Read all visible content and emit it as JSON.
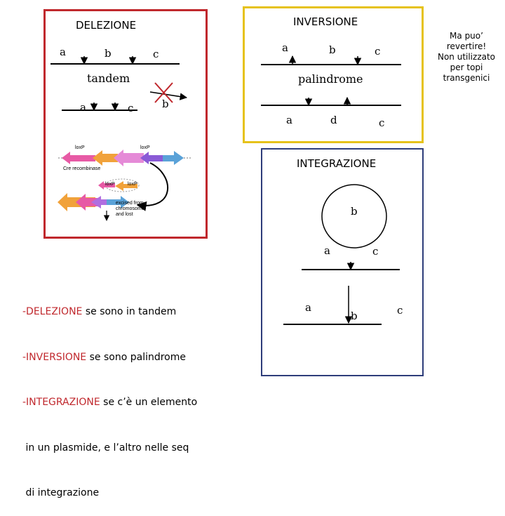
{
  "deletion": {
    "title": "DELEZIONE",
    "row1": {
      "a": "a",
      "b": "b",
      "c": "c"
    },
    "tandem": "tandem",
    "row2": {
      "a": "a",
      "c": "c",
      "b": "b"
    },
    "figure": {
      "loxp1": "loxP",
      "loxp2": "loxP",
      "cre": "Cre recombinase",
      "loxp3": "loxP",
      "loxp4": "loxP",
      "excised": "excised from chromosome and lost"
    }
  },
  "inversion": {
    "title": "INVERSIONE",
    "row1": {
      "a": "a",
      "b": "b",
      "c": "c"
    },
    "palindrome": "palindrome",
    "row2": {
      "a": "a",
      "d": "d",
      "c": "c"
    }
  },
  "integration": {
    "title": "INTEGRAZIONE",
    "circle_b": "b",
    "row1": {
      "a": "a",
      "c": "c"
    },
    "row2": {
      "a": "a",
      "b": "b",
      "c": "c"
    }
  },
  "side_note": {
    "line1": "Ma puo’",
    "line2": "revertire!",
    "line3": "Non utilizzato",
    "line4": "per topi",
    "line5": "transgenici"
  },
  "summary": {
    "line1_hl": "-DELEZIONE",
    "line1_rest": " se sono in tandem",
    "line2_hl": "-INVERSIONE",
    "line2_rest": " se sono palindrome",
    "line3_hl": "-INTEGRAZIONE",
    "line3_rest": " se c’è un elemento",
    "line4": " in un plasmide, e l’altro nelle seq",
    "line5": " di integrazione"
  },
  "colors": {
    "deletion_border": "#c0282d",
    "inversion_border": "#e6c21a",
    "integration_border": "#2e3d7a",
    "cross": "#c0282d"
  }
}
